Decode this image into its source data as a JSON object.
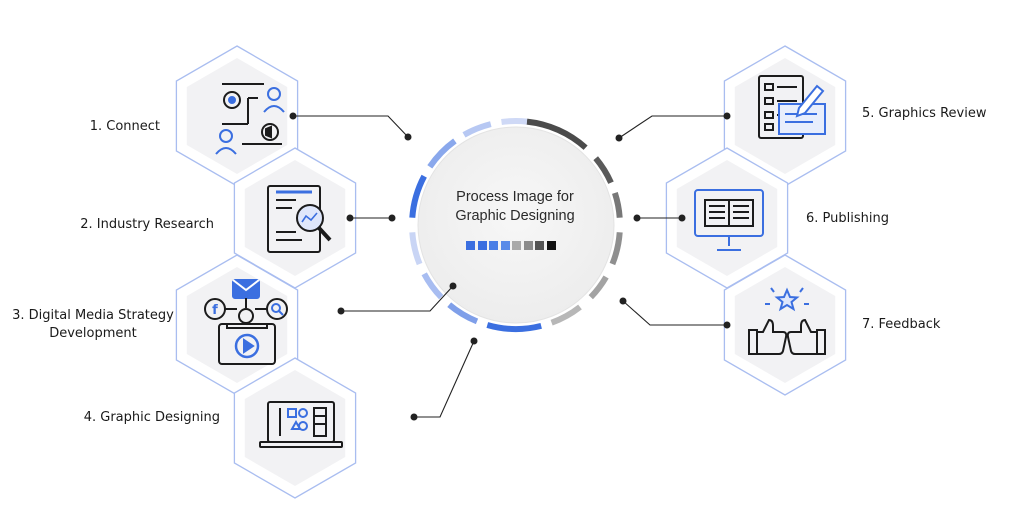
{
  "center": {
    "title_line1": "Process Image for",
    "title_line2": "Graphic Designing",
    "swatches": [
      "#3b6fe0",
      "#3b6fe0",
      "#4a7ee6",
      "#5a8be8",
      "#a9a9a9",
      "#8c8c8c",
      "#555555",
      "#111111"
    ]
  },
  "colors": {
    "accent": "#3b6fe0",
    "hex_border": "#a9bdf0",
    "hex_fill": "#f2f2f4",
    "dark": "#1c1c1c"
  },
  "steps": [
    {
      "label_lines": [
        "1. Connect"
      ],
      "icon": "connect-icon"
    },
    {
      "label_lines": [
        "2. Industry Research"
      ],
      "icon": "research-icon"
    },
    {
      "label_lines": [
        "3. Digital Media Strategy",
        "Development"
      ],
      "icon": "digital-media-icon"
    },
    {
      "label_lines": [
        "4. Graphic Designing"
      ],
      "icon": "laptop-design-icon"
    },
    {
      "label_lines": [
        "5. Graphics Review"
      ],
      "icon": "review-icon"
    },
    {
      "label_lines": [
        "6. Publishing"
      ],
      "icon": "publishing-icon"
    },
    {
      "label_lines": [
        "7. Feedback"
      ],
      "icon": "feedback-icon"
    }
  ]
}
